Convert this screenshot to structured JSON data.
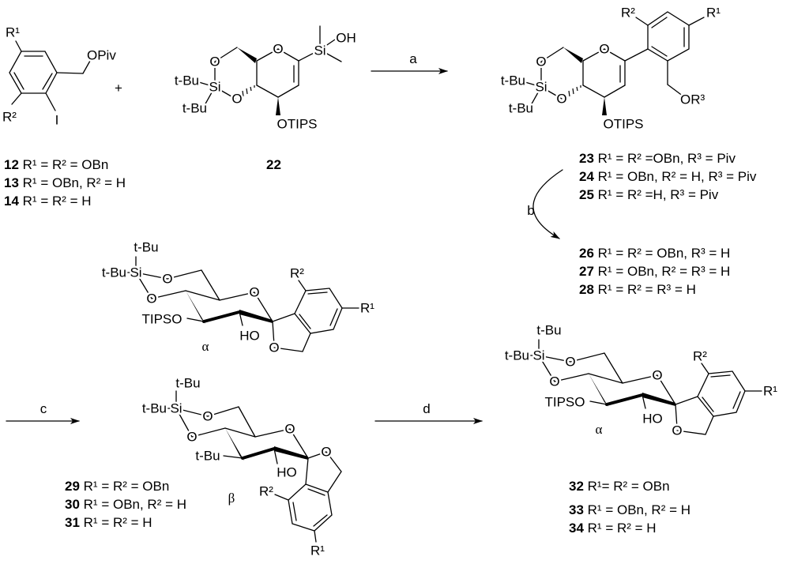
{
  "scheme": {
    "plus": "+",
    "conditions": {
      "a": "a",
      "b": "b",
      "c": "c",
      "d": "d"
    },
    "atoms": {
      "R1": "R¹",
      "R2": "R²",
      "OPiv": "OPiv",
      "I": "I",
      "O": "O",
      "Si": "Si",
      "tBu": "t-Bu",
      "OH": "OH",
      "OTIPS": "OTIPS",
      "OR3": "OR³",
      "TIPSO": "TIPSO",
      "HO": "HO",
      "alpha": "α",
      "beta": "β"
    },
    "compounds": {
      "c12": {
        "num": "12",
        "desc": "R¹ = R² = OBn"
      },
      "c13": {
        "num": "13",
        "desc": "R¹ = OBn, R² = H"
      },
      "c14": {
        "num": "14",
        "desc": "R¹ = R² = H"
      },
      "c22": {
        "num": "22"
      },
      "c23": {
        "num": "23",
        "desc": "R¹ = R² =OBn, R³ = Piv"
      },
      "c24": {
        "num": "24",
        "desc": "R¹ = OBn, R² = H, R³ = Piv"
      },
      "c25": {
        "num": "25",
        "desc": "R¹ = R² =H, R³ = Piv"
      },
      "c26": {
        "num": "26",
        "desc": "R¹ = R² = OBn, R³ = H"
      },
      "c27": {
        "num": "27",
        "desc": "R¹ = OBn, R² = R³ = H"
      },
      "c28": {
        "num": "28",
        "desc": "R¹ = R² = R³ = H"
      },
      "c29": {
        "num": "29",
        "desc": "R¹ = R² = OBn"
      },
      "c30": {
        "num": "30",
        "desc": "R¹ = OBn, R² = H"
      },
      "c31": {
        "num": "31",
        "desc": "R¹ = R² = H"
      },
      "c32": {
        "num": "32",
        "desc": "R¹= R² = OBn"
      },
      "c33": {
        "num": "33",
        "desc": "R¹ = OBn, R² = H"
      },
      "c34": {
        "num": "34",
        "desc": "R¹ = R² = H"
      }
    }
  }
}
